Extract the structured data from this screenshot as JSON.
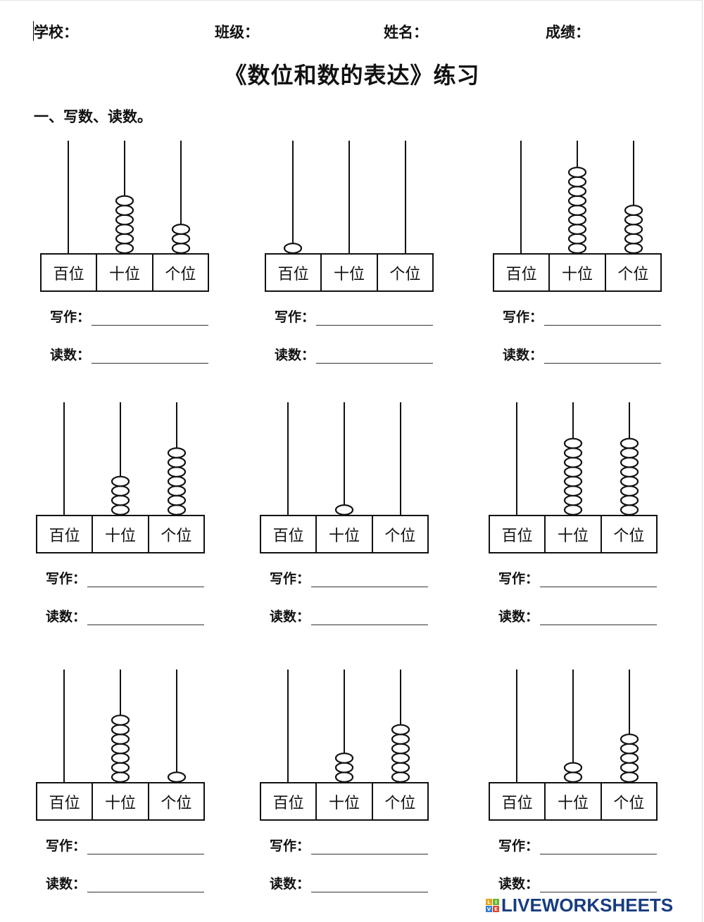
{
  "header": {
    "school": "学校：",
    "class": "班级：",
    "name": "姓名：",
    "score": "成绩："
  },
  "title": "《数位和数的表达》练习",
  "section": "一、写数、读数。",
  "place_labels": [
    "百位",
    "十位",
    "个位"
  ],
  "answer_labels": {
    "write": "写作：",
    "read": "读数："
  },
  "abaci": [
    {
      "beads": [
        0,
        6,
        3
      ]
    },
    {
      "beads": [
        1,
        0,
        0
      ]
    },
    {
      "beads": [
        0,
        9,
        5
      ]
    },
    {
      "beads": [
        0,
        4,
        7
      ]
    },
    {
      "beads": [
        0,
        1,
        0
      ]
    },
    {
      "beads": [
        0,
        8,
        8
      ]
    },
    {
      "beads": [
        0,
        7,
        1
      ]
    },
    {
      "beads": [
        0,
        3,
        6
      ]
    },
    {
      "beads": [
        0,
        2,
        5
      ]
    }
  ],
  "watermark": {
    "text": "LIVEWORKSHEETS",
    "badge": [
      "L",
      "I",
      "V",
      "E"
    ],
    "colors": [
      "#e6a21b",
      "#6ab42d",
      "#2f7fd0",
      "#e0452c"
    ]
  }
}
